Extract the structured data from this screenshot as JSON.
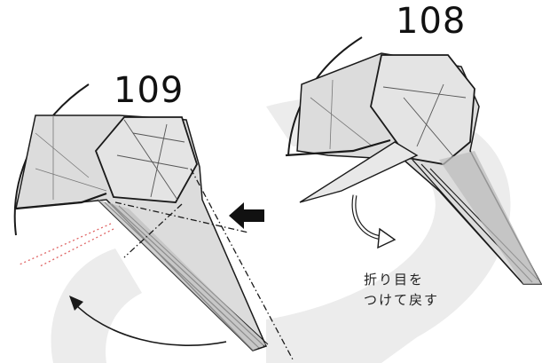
{
  "steps": {
    "left": {
      "number": "109"
    },
    "right": {
      "number": "108"
    }
  },
  "instruction": {
    "line1": "折り目を",
    "line2": "つけて戻す"
  },
  "colors": {
    "paper_fill": "#dcdcdc",
    "paper_fill_light": "#e6e6e6",
    "paper_shadow": "#bdbdbd",
    "background_ring": "#e9e9e9",
    "line": "#1a1a1a",
    "dotted_red": "#e06666",
    "arrow": "#111111"
  },
  "icons": {
    "push_arrow": "filled-arrow-left",
    "rotate_arrow": "curved-arrow",
    "unfold_arrow": "hollow-curved-arrow"
  }
}
